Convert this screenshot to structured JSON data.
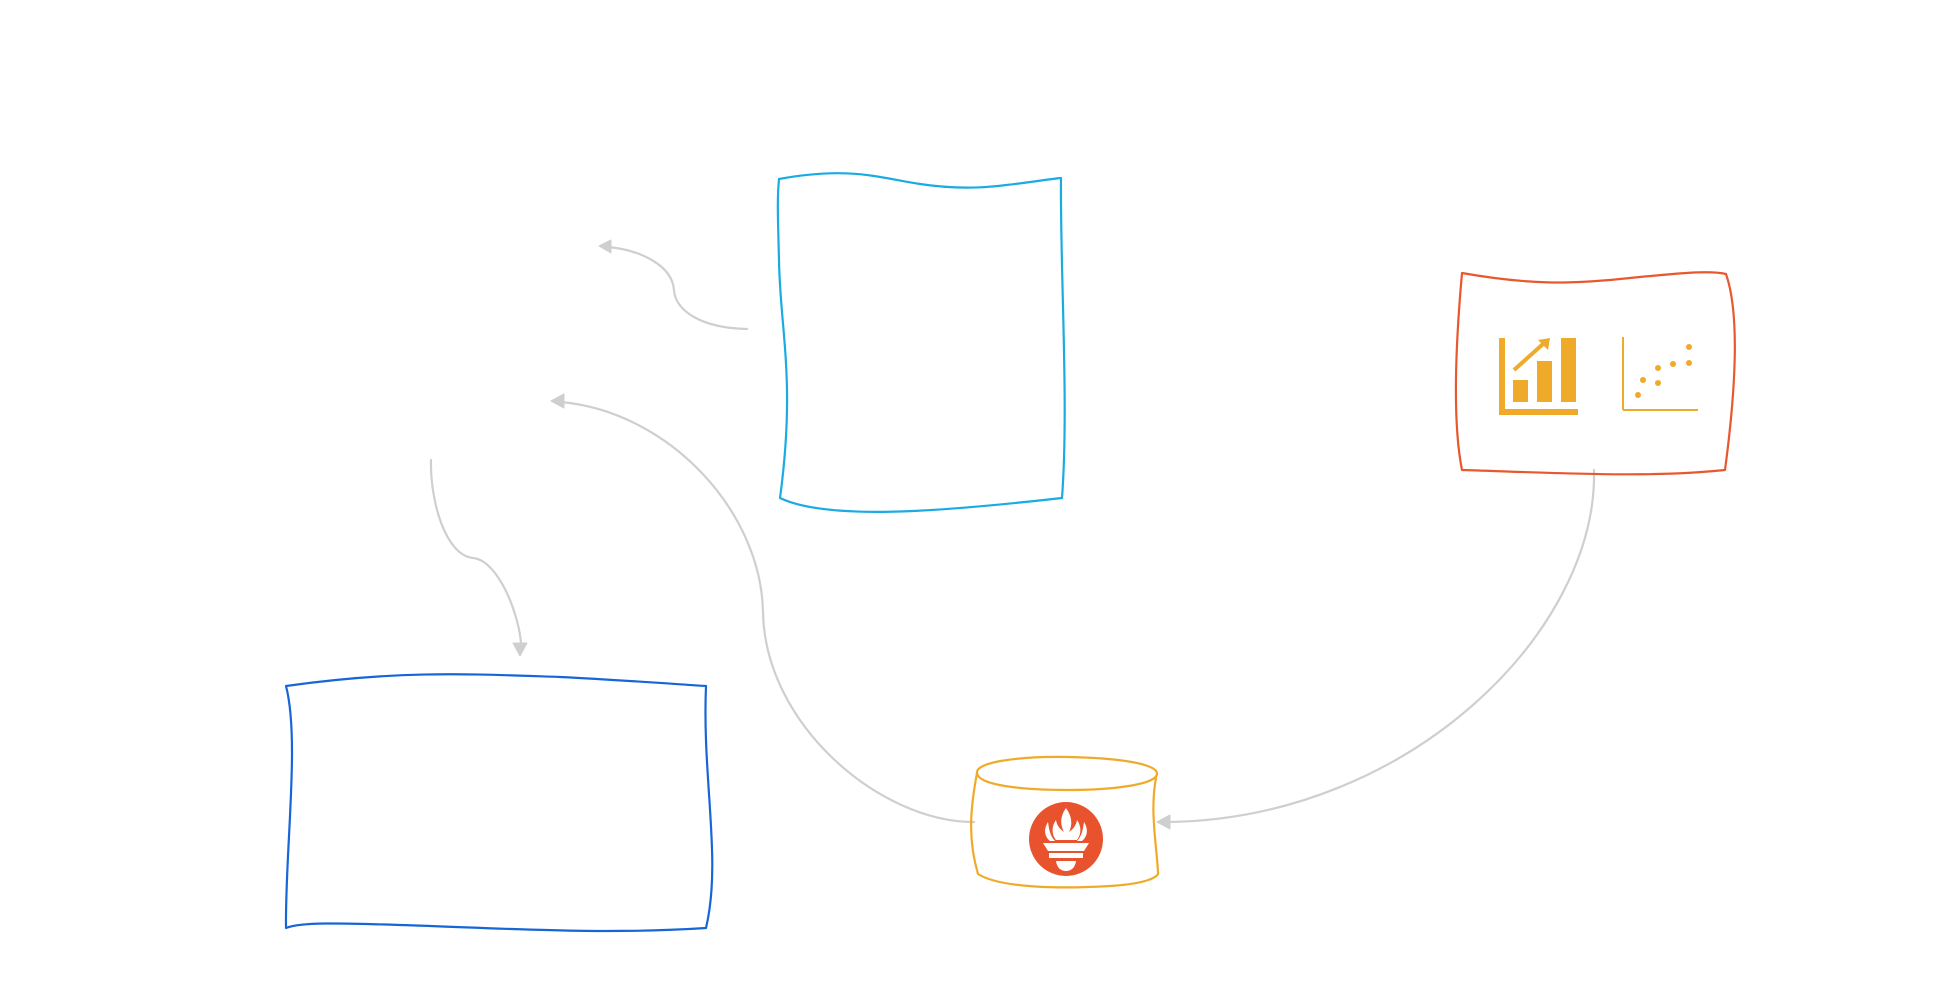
{
  "diagram": {
    "background": "#ffffff",
    "colors": {
      "connector": "#cfcfcf",
      "cyan_box": "#1aabe3",
      "blue_box": "#1766d8",
      "orange_box": "#e8582d",
      "database": "#f0aa2a",
      "prometheus_logo": "#e8532e",
      "chart_icons": "#f0aa2a"
    },
    "nodes": [
      {
        "id": "box-top-center",
        "shape": "hand-drawn-rectangle",
        "color_key": "cyan_box",
        "label": ""
      },
      {
        "id": "box-bottom-left",
        "shape": "hand-drawn-rectangle",
        "color_key": "blue_box",
        "label": ""
      },
      {
        "id": "box-right-charts",
        "shape": "hand-drawn-rectangle",
        "color_key": "orange_box",
        "label": "",
        "icons": [
          "bar-chart-trend-icon",
          "scatter-plot-icon"
        ]
      },
      {
        "id": "database-prometheus",
        "shape": "cylinder",
        "color_key": "database",
        "label": "",
        "icons": [
          "prometheus-torch-icon"
        ]
      }
    ],
    "edges": [
      {
        "from": "box-top-center",
        "to": "off-canvas-left",
        "style": "curved-arrow"
      },
      {
        "from": "database-prometheus",
        "to": "off-canvas-left",
        "style": "curved-arrow"
      },
      {
        "from": "off-canvas-left",
        "to": "box-bottom-left",
        "style": "curved-arrow"
      },
      {
        "from": "box-right-charts",
        "to": "database-prometheus",
        "style": "curved-arrow"
      }
    ]
  }
}
